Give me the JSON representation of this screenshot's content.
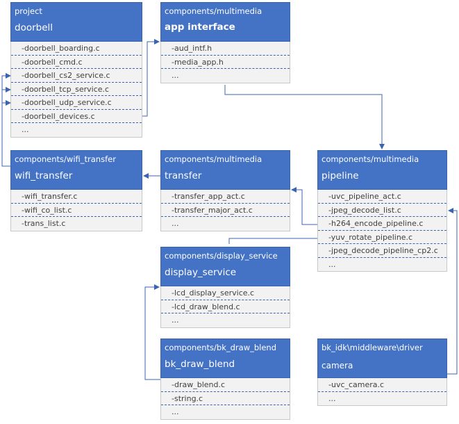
{
  "boxes": {
    "project": {
      "path": "project",
      "name": "doorbell",
      "items": [
        "-doorbell_boarding.c",
        "-doorbell_cmd.c",
        "-doorbell_cs2_service.c",
        "-doorbell_tcp_service.c",
        "-doorbell_udp_service.c",
        "-doorbell_devices.c",
        "..."
      ]
    },
    "app_interface": {
      "path": "components/multimedia",
      "name": "app interface",
      "items": [
        "-aud_intf.h",
        "-media_app.h",
        "..."
      ]
    },
    "wifi_transfer": {
      "path": "components/wifi_transfer",
      "name": "wifi_transfer",
      "items": [
        "-wifi_transfer.c",
        "-wifi_co_list.c",
        "-trans_list.c"
      ]
    },
    "transfer": {
      "path": "components/multimedia",
      "name": "transfer",
      "items": [
        "-transfer_app_act.c",
        "-transfer_major_act.c",
        "..."
      ]
    },
    "pipeline": {
      "path": "components/multimedia",
      "name": "pipeline",
      "items": [
        "-uvc_pipeline_act.c",
        "-jpeg_decode_list.c",
        "-h264_encode_pipeline.c",
        "-yuv_rotate_pipeline.c",
        "-jpeg_decode_pipeline_cp2.c",
        "..."
      ]
    },
    "display_service": {
      "path": "components/display_service",
      "name": "display_service",
      "items": [
        "-lcd_display_service.c",
        "-lcd_draw_blend.c",
        "..."
      ]
    },
    "bk_draw_blend": {
      "path": "components/bk_draw_blend",
      "name": "bk_draw_blend",
      "items": [
        "-draw_blend.c",
        "-string.c",
        "..."
      ]
    },
    "camera": {
      "path": "bk_idk\\middleware\\driver",
      "name": "camera",
      "items": [
        "-uvc_camera.c",
        "..."
      ]
    }
  }
}
